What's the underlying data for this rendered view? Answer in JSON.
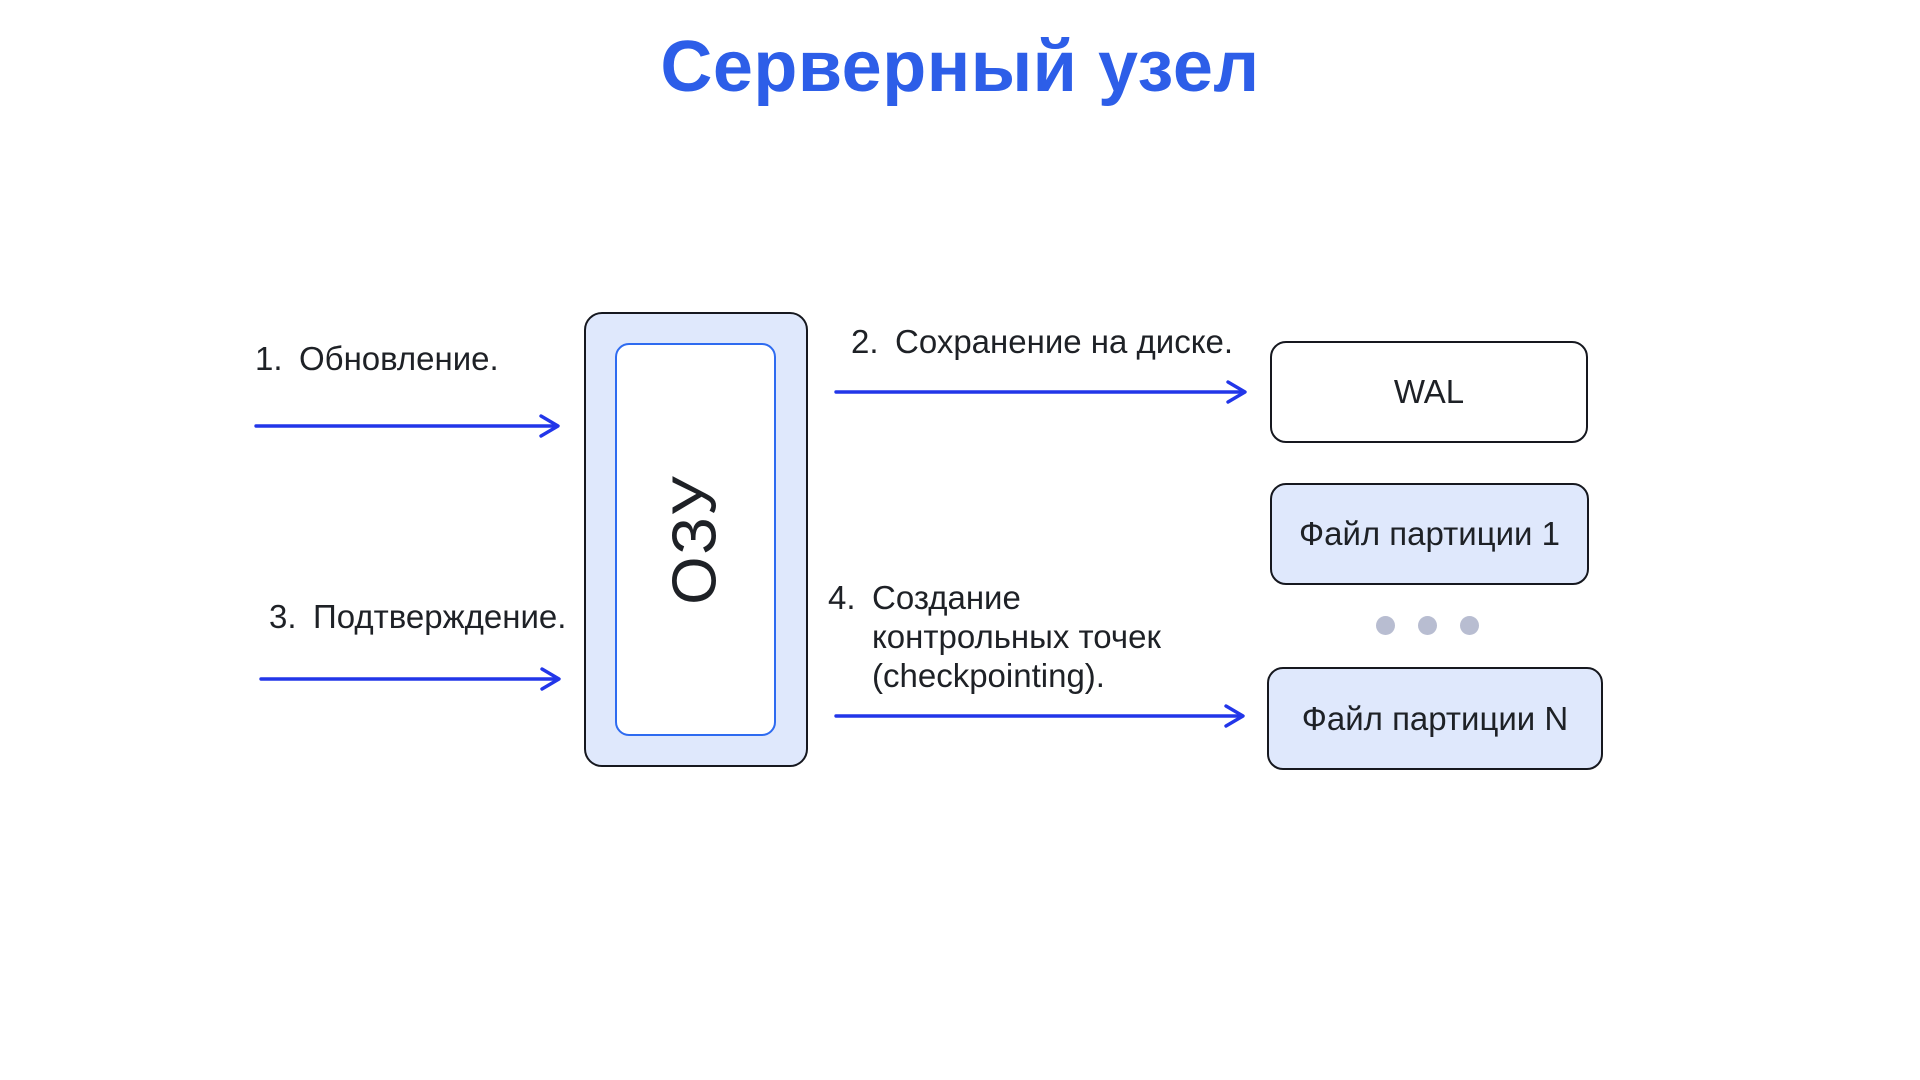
{
  "title": "Серверный узел",
  "ram": {
    "label": "ОЗУ"
  },
  "steps": [
    {
      "number": "1.",
      "label": "Обновление."
    },
    {
      "number": "2.",
      "label": "Сохранение на диске."
    },
    {
      "number": "3.",
      "label": "Подтверждение."
    },
    {
      "number": "4.",
      "label": "Создание контрольных точек (checkpointing)."
    }
  ],
  "storage": {
    "wal_label": "WAL",
    "partition_first": "Файл партиции 1",
    "partition_last": "Файл партиции N"
  },
  "colors": {
    "title_blue": "#2d5ee8",
    "arrow_blue": "#2236e9",
    "inner_blue": "#2e6bf0",
    "panel_fill": "#dfe8fc",
    "outline_dark": "#16181f",
    "text_dark": "#1e2126",
    "dot_gray": "#b8bdd1"
  }
}
